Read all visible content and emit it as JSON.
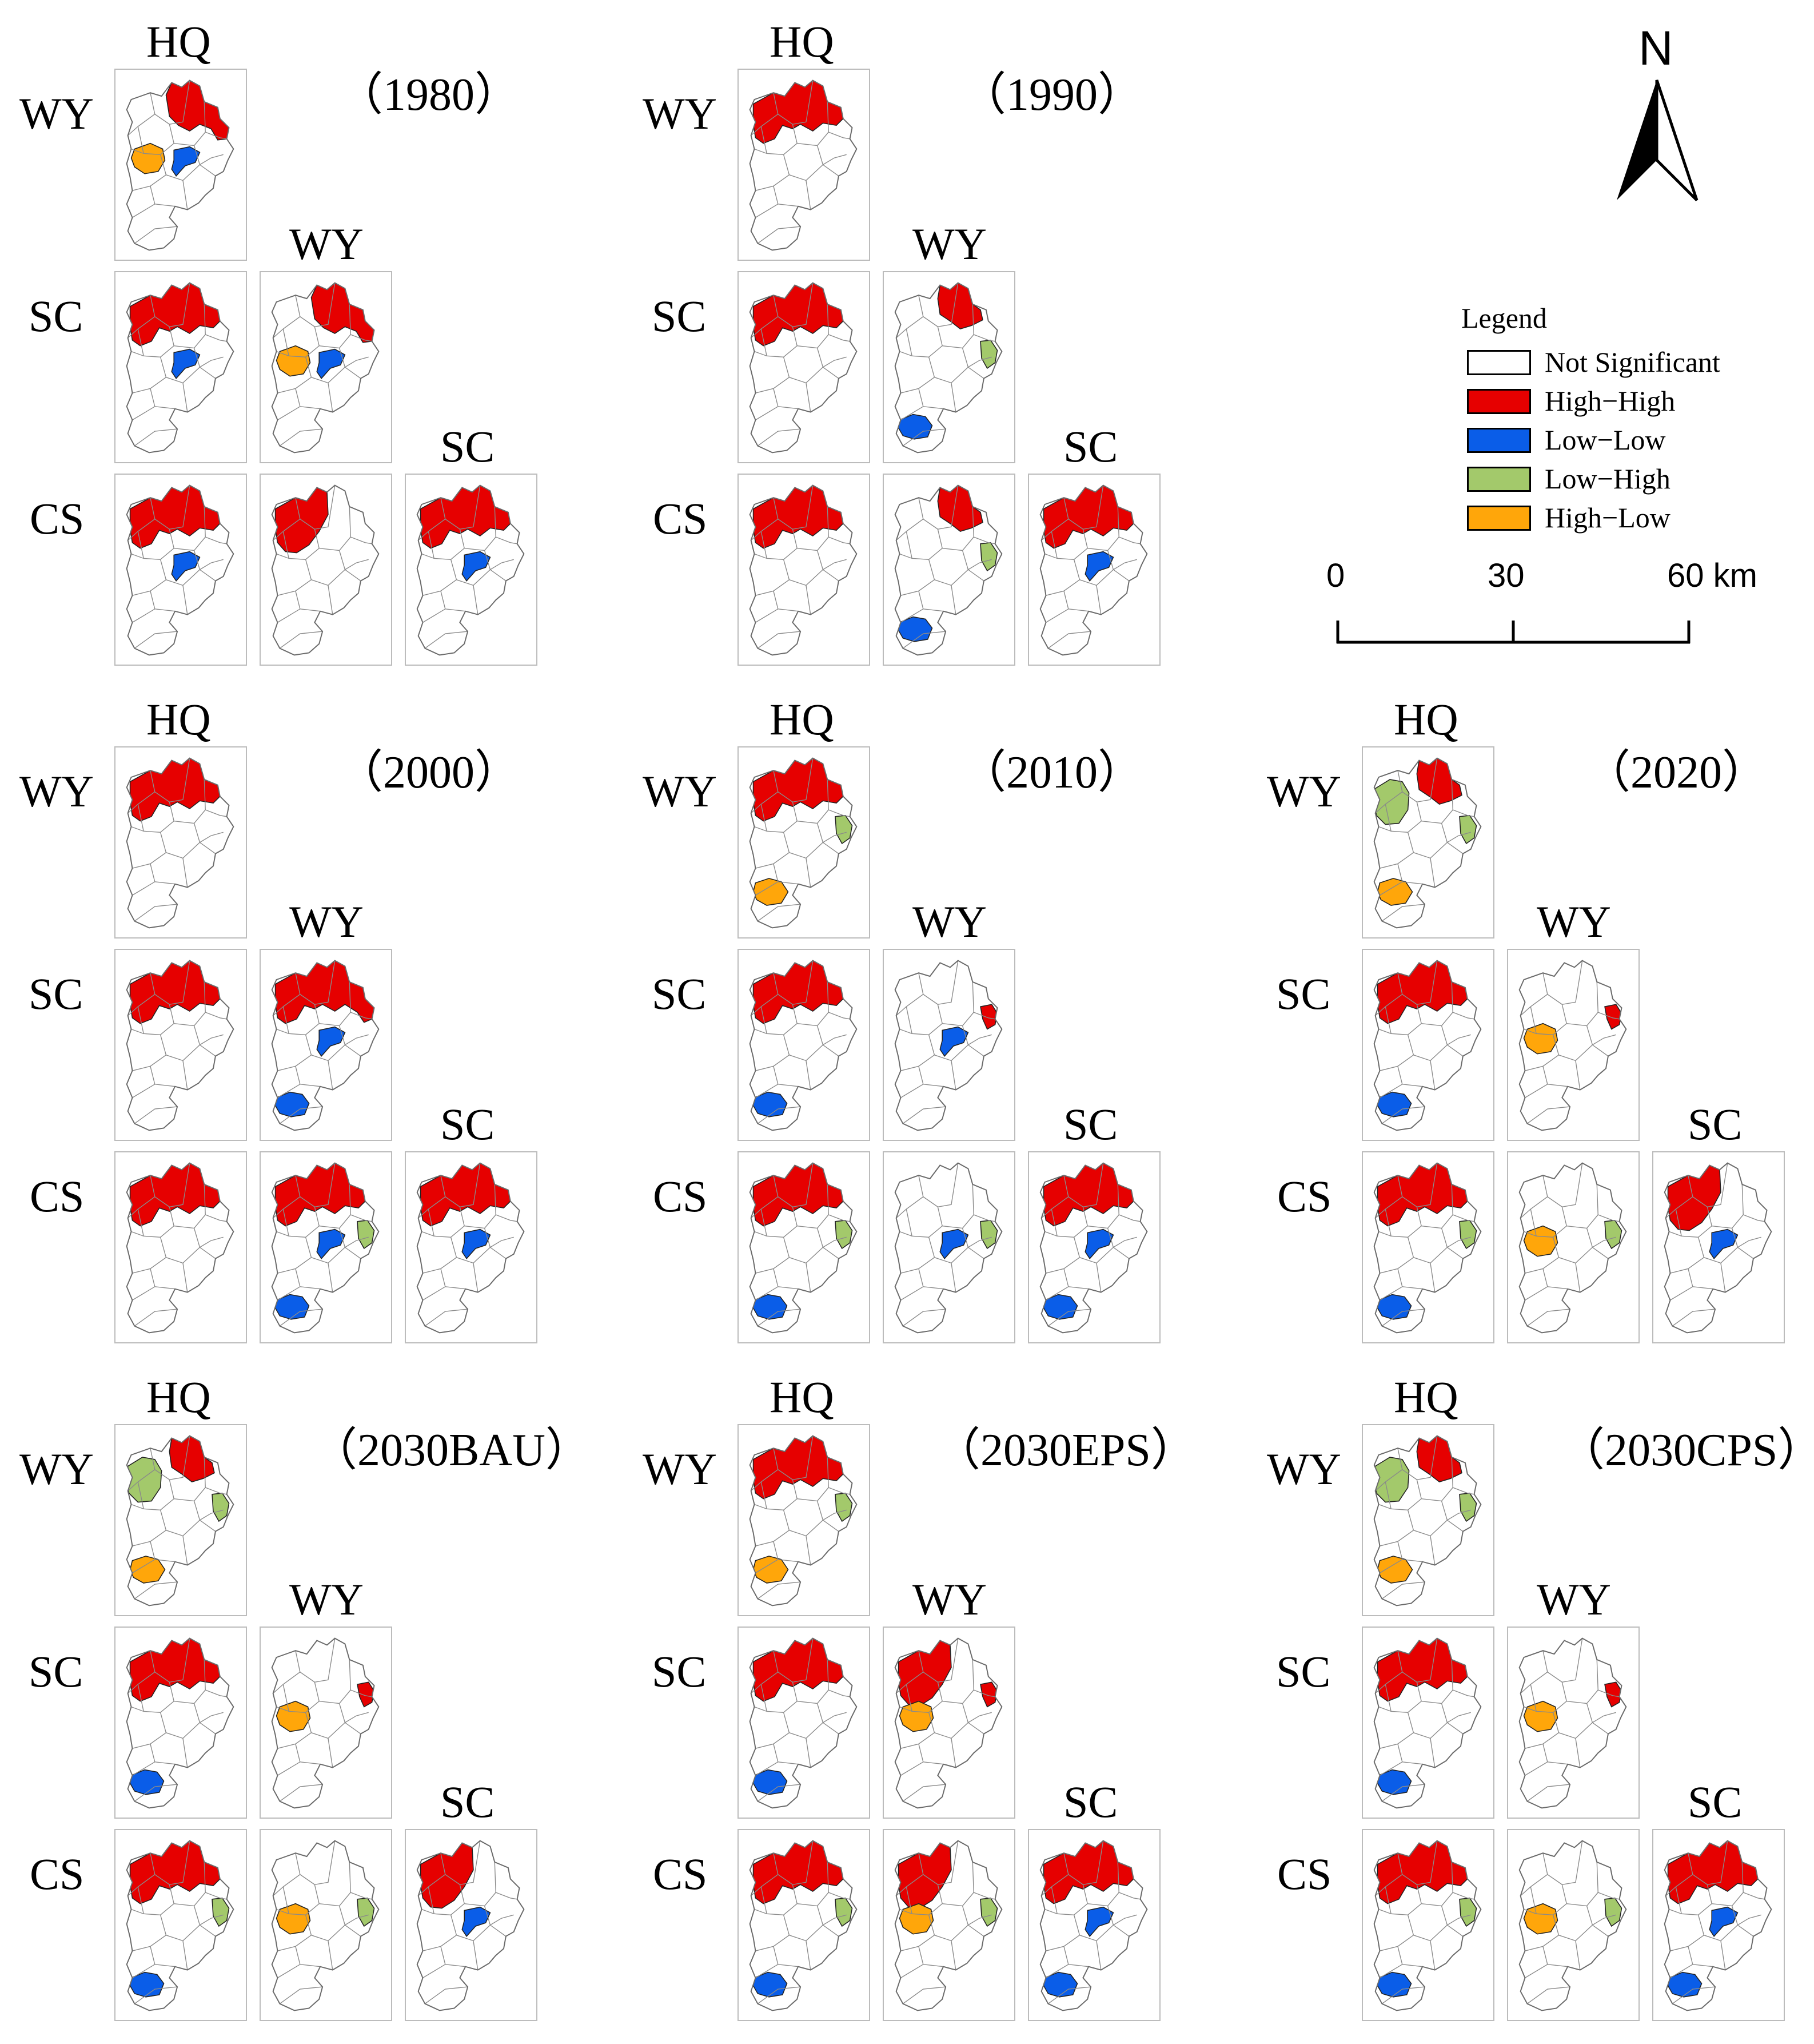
{
  "panels": [
    {
      "year": "（1980）",
      "col": 0,
      "row": 0,
      "cells": {
        "HQ-WY": [
          "hh_ne",
          "hl_west",
          "ll_center"
        ],
        "HQ-SC": [
          "hh_top",
          "ll_center"
        ],
        "WY-SC": [
          "hh_ne",
          "hl_west",
          "ll_center"
        ],
        "HQ-CS": [
          "hh_top",
          "ll_center"
        ],
        "WY-CS": [
          "hh_nw"
        ],
        "SC-CS": [
          "hh_top",
          "ll_center"
        ]
      }
    },
    {
      "year": "（1990）",
      "col": 1,
      "row": 0,
      "cells": {
        "HQ-WY": [
          "hh_top"
        ],
        "HQ-SC": [
          "hh_top"
        ],
        "WY-SC": [
          "hh_ne_small",
          "lh_east",
          "ll_south"
        ],
        "HQ-CS": [
          "hh_top"
        ],
        "WY-CS": [
          "hh_ne_small",
          "lh_east",
          "ll_south"
        ],
        "SC-CS": [
          "hh_top",
          "ll_center"
        ]
      }
    },
    {
      "year": "（2000）",
      "col": 0,
      "row": 1,
      "cells": {
        "HQ-WY": [
          "hh_top"
        ],
        "HQ-SC": [
          "hh_top"
        ],
        "WY-SC": [
          "hh_full",
          "ll_center",
          "ll_south"
        ],
        "HQ-CS": [
          "hh_top"
        ],
        "WY-CS": [
          "hh_top",
          "lh_east",
          "ll_center",
          "ll_south"
        ],
        "SC-CS": [
          "hh_top",
          "ll_center"
        ]
      }
    },
    {
      "year": "（2010）",
      "col": 1,
      "row": 1,
      "cells": {
        "HQ-WY": [
          "hh_top",
          "lh_east",
          "hl_south"
        ],
        "HQ-SC": [
          "hh_top",
          "ll_south"
        ],
        "WY-SC": [
          "hh_east_small",
          "ll_center"
        ],
        "HQ-CS": [
          "hh_top",
          "lh_east",
          "ll_south"
        ],
        "WY-CS": [
          "lh_east",
          "ll_center"
        ],
        "SC-CS": [
          "hh_top",
          "ll_center",
          "ll_south"
        ]
      }
    },
    {
      "year": "（2020）",
      "col": 2,
      "row": 1,
      "cells": {
        "HQ-WY": [
          "lh_west",
          "hh_ne_small",
          "lh_east",
          "hl_south"
        ],
        "HQ-SC": [
          "hh_top",
          "ll_south"
        ],
        "WY-SC": [
          "hh_east_small",
          "hl_west"
        ],
        "HQ-CS": [
          "hh_top",
          "lh_east",
          "ll_south"
        ],
        "WY-CS": [
          "lh_east",
          "hl_west"
        ],
        "SC-CS": [
          "hh_nw",
          "ll_center"
        ]
      }
    },
    {
      "year": "（2030BAU）",
      "col": 0,
      "row": 2,
      "cells": {
        "HQ-WY": [
          "lh_west",
          "hh_ne_small",
          "lh_east",
          "hl_south"
        ],
        "HQ-SC": [
          "hh_top",
          "ll_south"
        ],
        "WY-SC": [
          "hh_east_small",
          "hl_west"
        ],
        "HQ-CS": [
          "hh_top",
          "lh_east",
          "ll_south"
        ],
        "WY-CS": [
          "lh_east",
          "hl_west"
        ],
        "SC-CS": [
          "hh_nw",
          "ll_center"
        ]
      }
    },
    {
      "year": "（2030EPS）",
      "col": 1,
      "row": 2,
      "cells": {
        "HQ-WY": [
          "hh_top",
          "lh_east",
          "hl_south"
        ],
        "HQ-SC": [
          "hh_top",
          "ll_south"
        ],
        "WY-SC": [
          "hh_nw",
          "hh_east_small",
          "hl_west"
        ],
        "HQ-CS": [
          "hh_top",
          "lh_east",
          "ll_south"
        ],
        "WY-CS": [
          "hh_nw",
          "lh_east",
          "hl_west"
        ],
        "SC-CS": [
          "hh_top",
          "ll_center",
          "ll_south"
        ]
      }
    },
    {
      "year": "（2030CPS）",
      "col": 2,
      "row": 2,
      "cells": {
        "HQ-WY": [
          "lh_west",
          "hh_ne_small",
          "lh_east",
          "hl_south"
        ],
        "HQ-SC": [
          "hh_top",
          "ll_south"
        ],
        "WY-SC": [
          "hh_east_small",
          "hl_west"
        ],
        "HQ-CS": [
          "hh_top",
          "lh_east",
          "ll_south"
        ],
        "WY-CS": [
          "lh_east",
          "hl_west"
        ],
        "SC-CS": [
          "hh_top",
          "ll_center",
          "ll_south"
        ]
      }
    }
  ],
  "labels": {
    "HQ": "HQ",
    "WY": "WY",
    "SC": "SC",
    "CS": "CS"
  },
  "north": {
    "letter": "N",
    "icon": "north-arrow-icon"
  },
  "legend": {
    "title": "Legend",
    "items": [
      {
        "label": "Not Significant",
        "color": "#ffffff"
      },
      {
        "label": "High−High",
        "color": "#e60000"
      },
      {
        "label": "Low−Low",
        "color": "#0a5de8"
      },
      {
        "label": "Low−High",
        "color": "#a3c96b"
      },
      {
        "label": "High−Low",
        "color": "#ffa60a"
      }
    ]
  },
  "scalebar": {
    "ticks": [
      "0",
      "30",
      "60 km"
    ]
  },
  "colors": {
    "hh": "#e60000",
    "ll": "#0a5de8",
    "lh": "#a3c96b",
    "hl": "#ffa60a",
    "line": "#8a8a8a",
    "frame": "#bcbcbc"
  }
}
